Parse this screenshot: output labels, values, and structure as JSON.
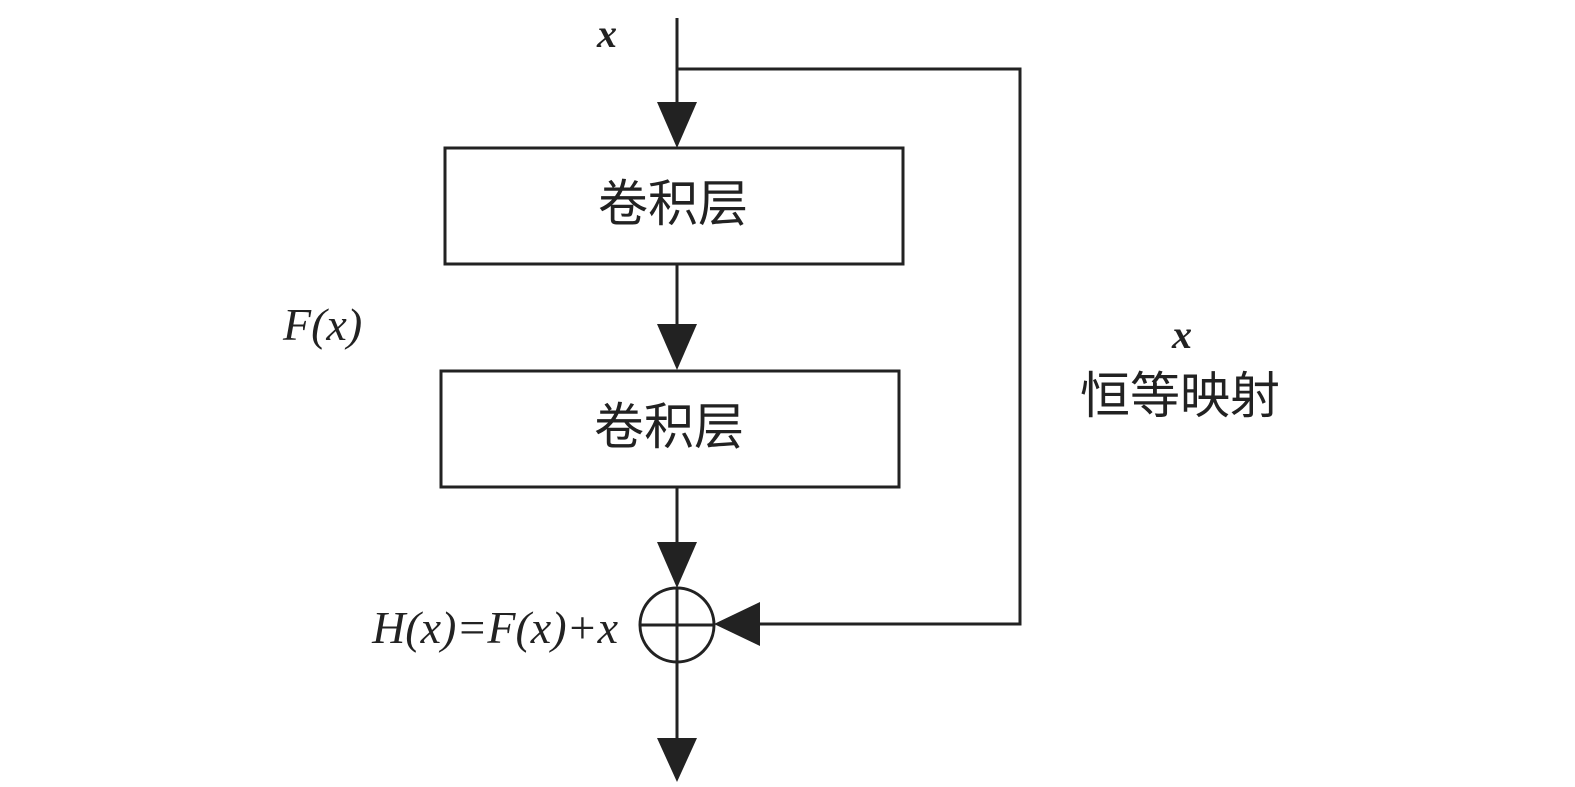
{
  "input_label": "x",
  "blocks": [
    {
      "label": "卷积层"
    },
    {
      "label": "卷积层"
    }
  ],
  "residual_label": "F(x)",
  "skip": {
    "var": "x",
    "label": "恒等映射"
  },
  "output_equation": "H(x)=F(x)+x",
  "colors": {
    "line": "#222222",
    "background": "#ffffff"
  }
}
